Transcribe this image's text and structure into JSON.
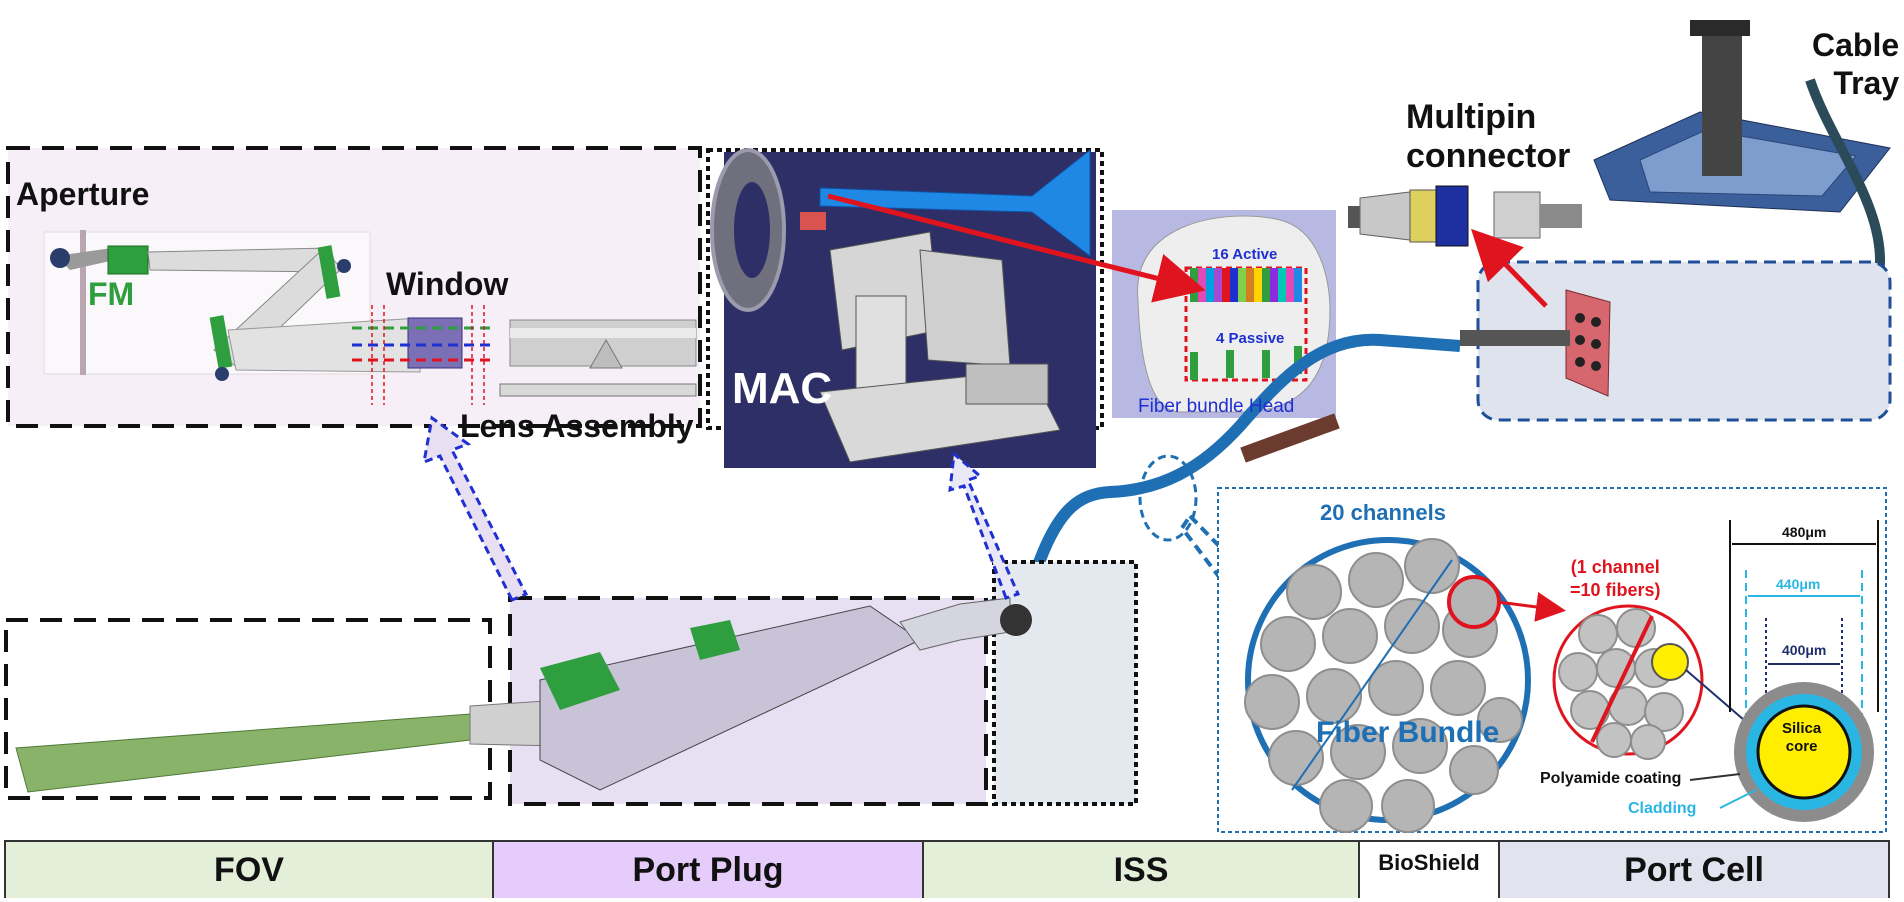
{
  "labels": {
    "aperture": "Aperture",
    "fm": "FM",
    "window": "Window",
    "lens_assembly": "Lens Assembly",
    "mac": "MAC",
    "sixteen_active": "16 Active",
    "four_passive": "4 Passive",
    "fiber_bundle_head": "Fiber bundle Head",
    "multipin_connector": "Multipin\nconnector",
    "cable_tray": "Cable\nTray",
    "twenty_channels": "20 channels",
    "one_channel": "(1 channel\n=10 fibers)",
    "fiber_bundle": "Fiber Bundle",
    "dim_480": "480μm",
    "dim_440": "440μm",
    "dim_400": "400μm",
    "silica_core": "Silica\ncore",
    "polyamide_coating": "Polyamide coating",
    "cladding": "Cladding"
  },
  "zones": [
    {
      "name": "FOV",
      "color": "#e3efd9"
    },
    {
      "name": "Port Plug",
      "color": "#e6ccfa"
    },
    {
      "name": "ISS",
      "color": "#e3efd9"
    },
    {
      "name": "BioShield",
      "color": "#ffffff"
    },
    {
      "name": "Port Cell",
      "color": "#e1e4ee"
    }
  ],
  "colors": {
    "mac_panel": "#2e2f66",
    "fiber_blue": "#1e6fb3",
    "arrow_red": "#e0141e",
    "dashed_blue": "#1f2fd1",
    "silica_yellow": "#ffee00",
    "cladding_cyan": "#29b6e3"
  }
}
